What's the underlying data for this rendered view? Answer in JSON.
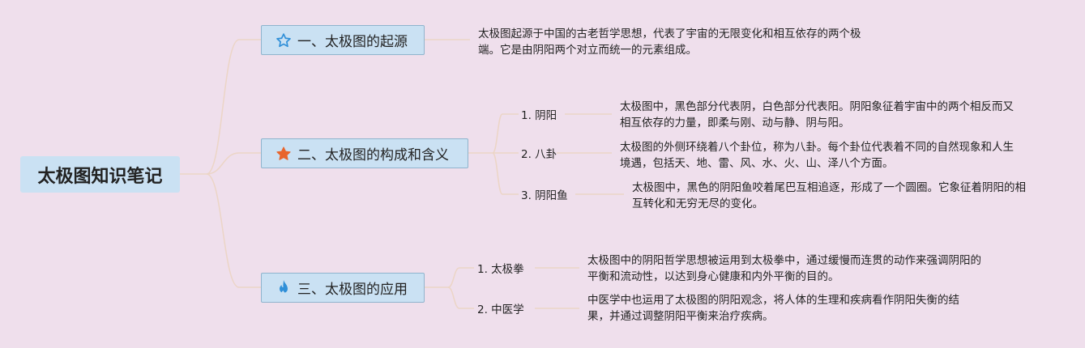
{
  "root": {
    "label": "太极图知识笔记"
  },
  "branches": [
    {
      "label": "一、太极图的起源",
      "icon": "star-outline-icon",
      "note": "太极图起源于中国的古老哲学思想，代表了宇宙的无限变化和相互依存的两个极端。它是由阴阳两个对立而统一的元素组成。"
    },
    {
      "label": "二、太极图的构成和含义",
      "icon": "star-filled-icon",
      "items": [
        {
          "label": "1. 阴阳",
          "note": "太极图中，黑色部分代表阴，白色部分代表阳。阴阳象征着宇宙中的两个相反而又相互依存的力量，即柔与刚、动与静、阴与阳。"
        },
        {
          "label": "2. 八卦",
          "note": "太极图的外侧环绕着八个卦位，称为八卦。每个卦位代表着不同的自然现象和人生境遇，包括天、地、雷、风、水、火、山、泽八个方面。"
        },
        {
          "label": "3. 阴阳鱼",
          "note": "太极图中，黑色的阴阳鱼咬着尾巴互相追逐，形成了一个圆圈。它象征着阴阳的相互转化和无穷无尽的变化。"
        }
      ]
    },
    {
      "label": "三、太极图的应用",
      "icon": "flame-icon",
      "items": [
        {
          "label": "1. 太极拳",
          "note": "太极图中的阴阳哲学思想被运用到太极拳中，通过缓慢而连贯的动作来强调阴阳的平衡和流动性，以达到身心健康和内外平衡的目的。"
        },
        {
          "label": "2. 中医学",
          "note": "中医学中也运用了太极图的阴阳观念，将人体的生理和疾病看作阴阳失衡的结果，并通过调整阴阳平衡来治疗疾病。"
        }
      ]
    }
  ],
  "colors": {
    "background": "#efdfec",
    "node_fill": "#cae1f3",
    "node_border": "#8fb4cd",
    "connector": "#ecd5c6",
    "star_outline": "#2f8fd8",
    "star_filled": "#e8642c",
    "flame": "#2f8fd8"
  }
}
